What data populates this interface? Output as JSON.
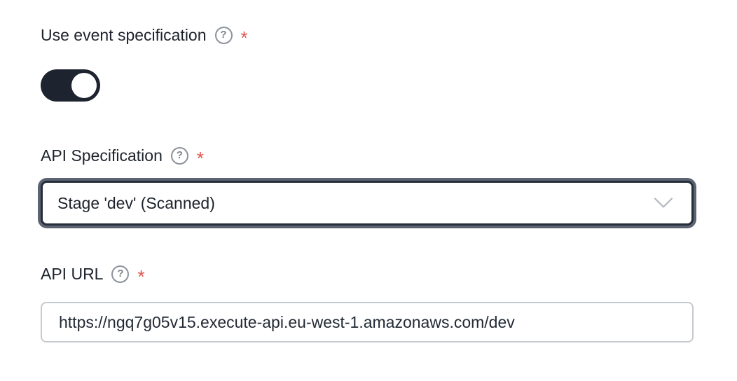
{
  "fields": {
    "use_event_spec": {
      "label": "Use event specification",
      "required_marker": "*",
      "toggle_state": "on"
    },
    "api_specification": {
      "label": "API Specification",
      "required_marker": "*",
      "selected_value": "Stage 'dev' (Scanned)"
    },
    "api_url": {
      "label": "API URL",
      "required_marker": "*",
      "value": "https://ngq7g05v15.execute-api.eu-west-1.amazonaws.com/dev"
    }
  },
  "icons": {
    "help": {
      "name": "question-circle-icon",
      "glyph": "?"
    },
    "chevron": {
      "name": "chevron-down-icon"
    }
  },
  "colors": {
    "toggle_on": "#1d2430",
    "required_asterisk": "#e0564f",
    "select_border": "#272e3b",
    "select_focus_ring": "#5c6472",
    "input_border": "#c6c9ce",
    "label_text": "#1c222b",
    "help_icon_gray": "#8d929b",
    "chevron_gray": "#b4b8bf"
  }
}
